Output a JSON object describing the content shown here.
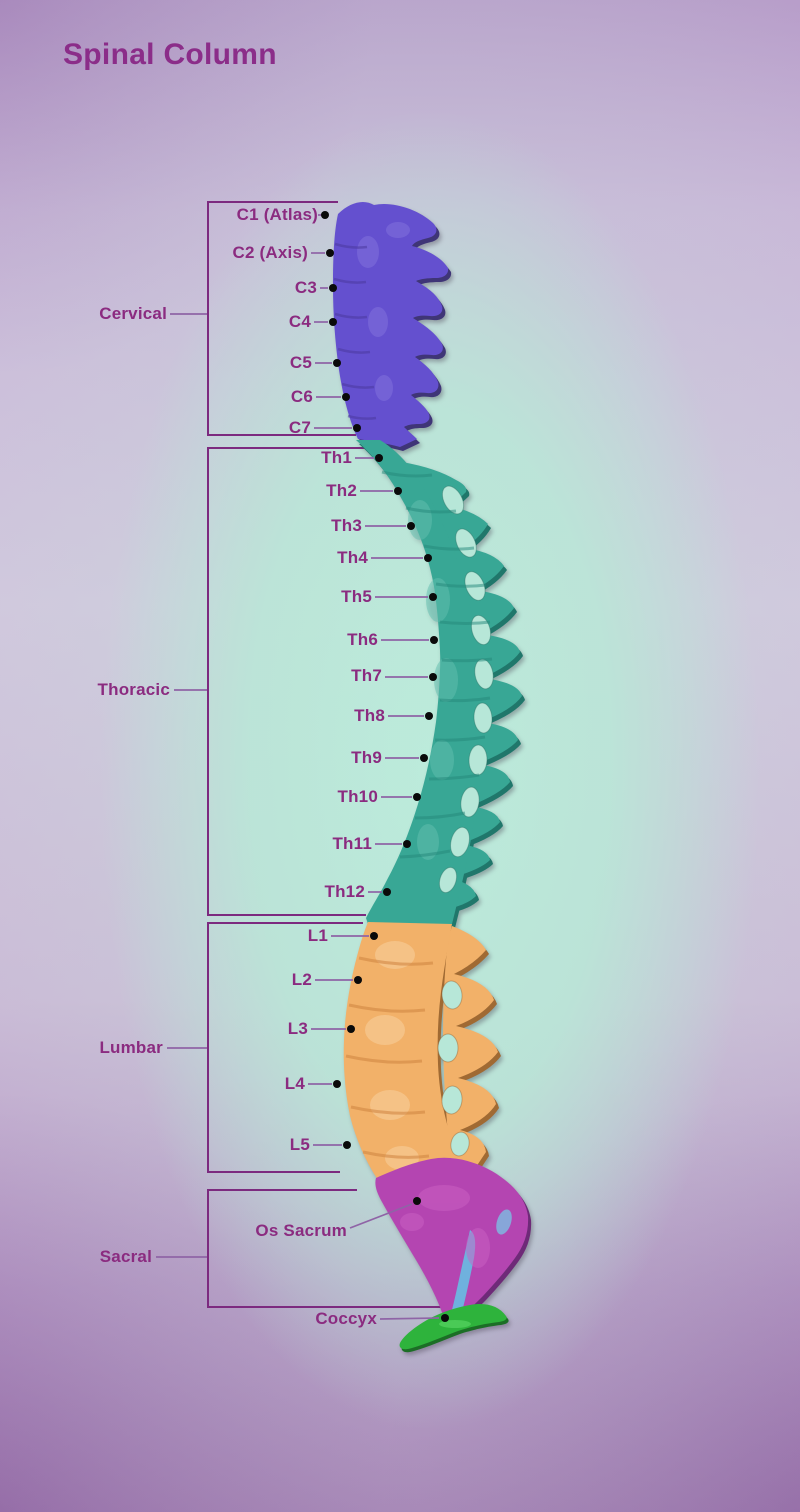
{
  "title": "Spinal Column",
  "regions": {
    "cervical": {
      "label": "Cervical",
      "vertebrae": [
        "C1 (Atlas)",
        "C2 (Axis)",
        "C3",
        "C4",
        "C5",
        "C6",
        "C7"
      ]
    },
    "thoracic": {
      "label": "Thoracic",
      "vertebrae": [
        "Th1",
        "Th2",
        "Th3",
        "Th4",
        "Th5",
        "Th6",
        "Th7",
        "Th8",
        "Th9",
        "Th10",
        "Th11",
        "Th12"
      ]
    },
    "lumbar": {
      "label": "Lumbar",
      "vertebrae": [
        "L1",
        "L2",
        "L3",
        "L4",
        "L5"
      ]
    },
    "sacral": {
      "label": "Sacral",
      "parts": [
        "Os Sacrum",
        "Coccyx"
      ]
    }
  },
  "colors": {
    "cervical": "#6450cf",
    "thoracic": "#38a795",
    "lumbar": "#f2b169",
    "sacrum": "#b445b1",
    "coccyx": "#2eb33c",
    "label_text": "#8b2b80",
    "title_text": "#8b2d89",
    "bracket_line": "#7c2a7f"
  }
}
